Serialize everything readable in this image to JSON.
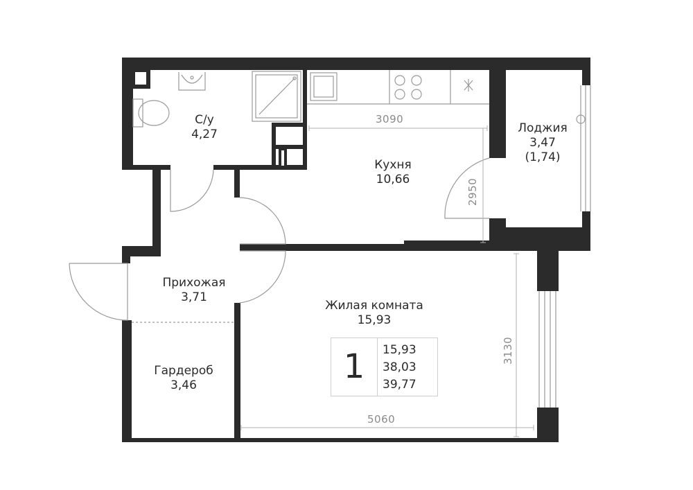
{
  "rooms": {
    "bathroom": {
      "name": "С/у",
      "area": "4,27"
    },
    "kitchen": {
      "name": "Кухня",
      "area": "10,66"
    },
    "loggia": {
      "name": "Лоджия",
      "area": "3,47",
      "area_reduced": "(1,74)"
    },
    "hallway": {
      "name": "Прихожая",
      "area": "3,71"
    },
    "living": {
      "name": "Жилая комната",
      "area": "15,93"
    },
    "wardrobe": {
      "name": "Гардероб",
      "area": "3,46"
    }
  },
  "dimensions": {
    "kitchen_width": "3090",
    "kitchen_depth": "2950",
    "living_width": "5060",
    "living_depth": "3130"
  },
  "summary": {
    "rooms_count": "1",
    "living_area": "15,93",
    "total_area": "38,03",
    "total_with_loggia": "39,77"
  },
  "colors": {
    "wall": "#2b2b2b",
    "thin_line": "#9a9a9a",
    "dim_line": "#b0b0b0",
    "text": "#2a2a2a"
  }
}
